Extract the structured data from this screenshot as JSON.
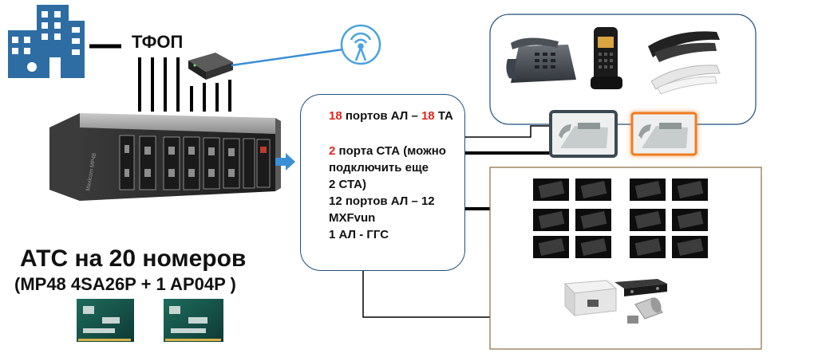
{
  "labels": {
    "tfop": "ТФОП",
    "pbx_title": "АТС на 20 номеров",
    "pbx_subtitle": "(MP48 4SA26P + 1 AP04P )"
  },
  "info": {
    "line1_num_a": "18",
    "line1_mid": " портов АЛ – ",
    "line1_num_b": "18",
    "line1_end": " ТА",
    "line2_num": "2",
    "line2_text": " порта СТА (можно",
    "line3": "подключить еще",
    "line4": "2 СТА)",
    "line5": "12 портов АЛ – 12",
    "line6": "MXFvun",
    "line7": "1 АЛ - ГГС"
  },
  "colors": {
    "building": "#2e6da4",
    "wireless_link": "#3b8fd6",
    "antenna_icon": "#4aa3df",
    "arrow": "#3b8fd6",
    "phones_box_border": "#1f4e79",
    "intercom_box_border": "#8b6a3e",
    "highlight_gray": "#3b4a52",
    "highlight_orange": "#f07b1f",
    "red_numbers": "#e3261c"
  },
  "icons": [
    "office-building-icon",
    "wireless-antenna-icon",
    "gateway-device-icon",
    "pbx-rack-icon",
    "right-arrow-icon",
    "analog-phone-icon",
    "dect-phone-icon",
    "wall-phone-icon",
    "system-phone-icon",
    "intercom-panel-icon",
    "pa-amplifier-icon",
    "horn-speaker-icon",
    "expansion-card-icon"
  ]
}
